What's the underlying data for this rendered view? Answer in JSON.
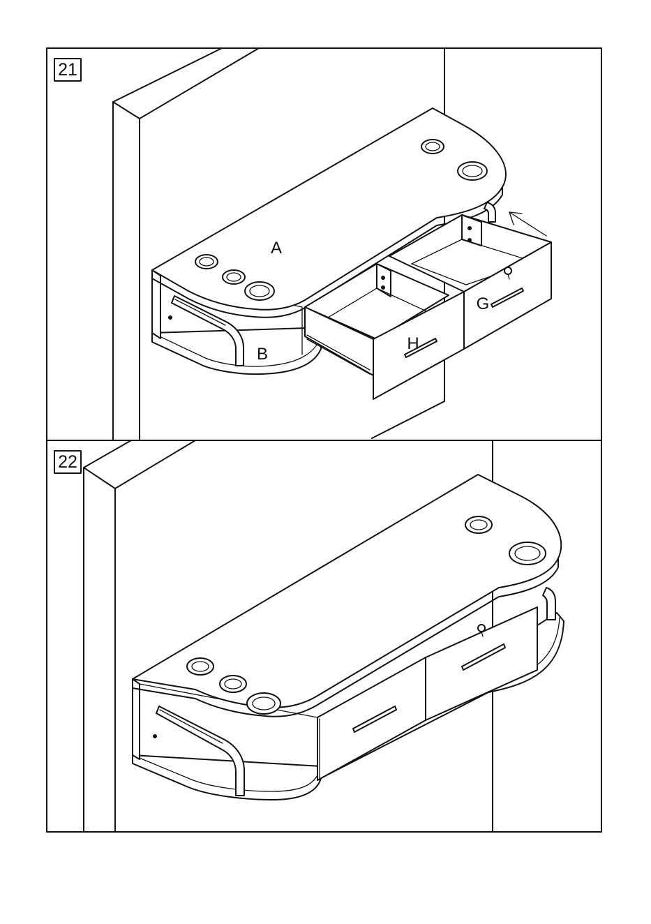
{
  "steps": [
    {
      "number": "21",
      "parts": {
        "a": "A",
        "b": "B",
        "g": "G",
        "h": "H"
      }
    },
    {
      "number": "22"
    }
  ]
}
